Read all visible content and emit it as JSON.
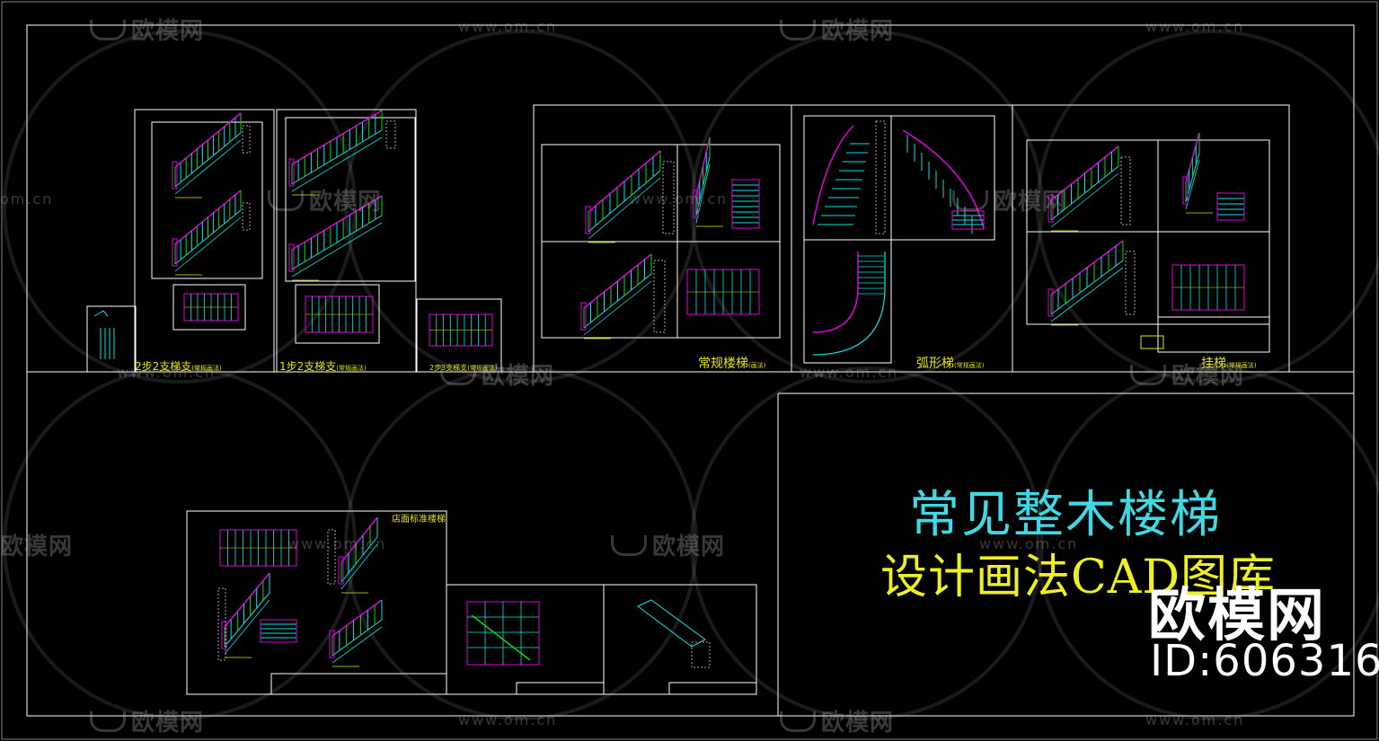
{
  "main_title": {
    "line1": "常见整木楼梯",
    "line2": "设计画法CAD图库"
  },
  "brand": {
    "logo": "欧模网",
    "id": "ID:606316"
  },
  "sheets": [
    {
      "label": "2步2支梯支",
      "sub": "(常规画法)"
    },
    {
      "label": "1步2支梯支",
      "sub": "(常规画法)"
    },
    {
      "label": "2步3支梯支",
      "sub": "(常规画法)"
    },
    {
      "label": "常规楼梯",
      "sub": "(画法)"
    },
    {
      "label": "弧形梯",
      "sub": "(常规画法)"
    },
    {
      "label": "挂梯",
      "sub": "(常规画法)"
    },
    {
      "label": "店面标准楼梯",
      "sub": ""
    }
  ],
  "watermark": {
    "logo_text": "欧模网",
    "url": "www.om.cn",
    "url_partial": "om.cn"
  },
  "colors": {
    "background": "#000000",
    "frame": "#ffffff",
    "cyan": "#00e5e5",
    "magenta": "#e000e0",
    "yellow": "#e6e600",
    "green": "#00e000",
    "title_cyan": "#3fd9e6",
    "title_yellow": "#f0f020"
  }
}
